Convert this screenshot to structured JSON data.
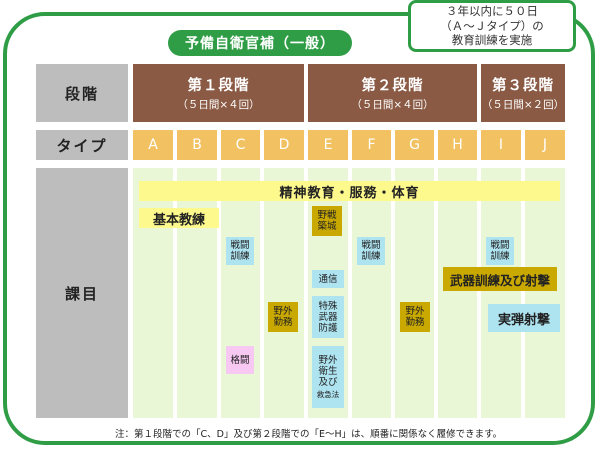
{
  "title_pill": "予備自衛官補（一般）",
  "callout": [
    "３年以内に５０日",
    "（Ａ～Ｊタイプ）の",
    "教育訓練を実施"
  ],
  "row_labels": {
    "stage": "段階",
    "type": "タイプ",
    "subject": "課目"
  },
  "stages": [
    {
      "title": "第１段階",
      "sub": "（５日間×４回）"
    },
    {
      "title": "第２段階",
      "sub": "（５日間×４回）"
    },
    {
      "title": "第３段階",
      "sub": "（５日間×２回）"
    }
  ],
  "types": [
    "A",
    "B",
    "C",
    "D",
    "E",
    "F",
    "G",
    "H",
    "I",
    "J"
  ],
  "subjects": {
    "band": "精神教育・服務・体育",
    "kihon": "基本教練",
    "yasen_chikujo": "野戦築城",
    "sento_1": "戦闘訓練",
    "sento_2": "戦闘訓練",
    "sento_3": "戦闘訓練",
    "tsushin": "通信",
    "tokushu": "特殊武器防護",
    "yagai_kinmu_1": "野外勤務",
    "yagai_kinmu_2": "野外勤務",
    "kaku_to": "格闘",
    "yagai_eisei": "野外衛生及び",
    "kyukyuho": "救急法",
    "buki": "武器訓練及び射撃",
    "jitsudan": "実弾射撃"
  },
  "colors": {
    "green": "#2f9d45",
    "brown": "#8a5a44",
    "gray": "#bdbdbd",
    "orange": "#f2c262",
    "light_green": "#e9f7d6",
    "yellow": "#fdf98d",
    "gold": "#c9a800",
    "light_blue": "#aee3f0",
    "pink": "#f6c8f2"
  },
  "note": "注：第１段階での「C、D」及び第２段階での「E～H」は、順番に関係なく履修できます。"
}
